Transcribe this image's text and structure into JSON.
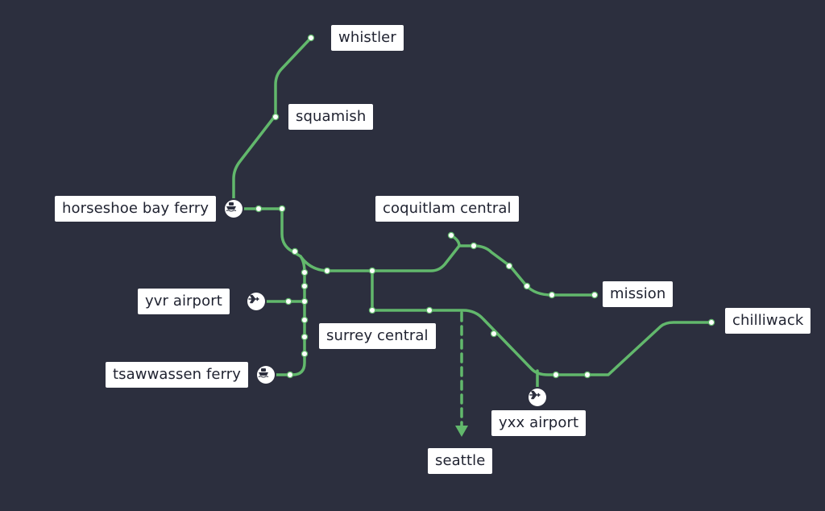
{
  "colors": {
    "background": "#2c2f3e",
    "route": "#62b86c",
    "label_bg": "#ffffff",
    "label_text": "#1f2230"
  },
  "stations": {
    "whistler": "whistler",
    "squamish": "squamish",
    "horseshoe_bay_ferry": "horseshoe bay ferry",
    "coquitlam_central": "coquitlam central",
    "mission": "mission",
    "yvr_airport": "yvr airport",
    "surrey_central": "surrey central",
    "chilliwack": "chilliwack",
    "tsawwassen_ferry": "tsawwassen ferry",
    "yxx_airport": "yxx airport",
    "seattle": "seattle"
  },
  "icons": {
    "horseshoe_bay": "ferry-icon",
    "tsawwassen": "ferry-icon",
    "yvr": "airplane-icon",
    "yxx": "airplane-icon"
  }
}
